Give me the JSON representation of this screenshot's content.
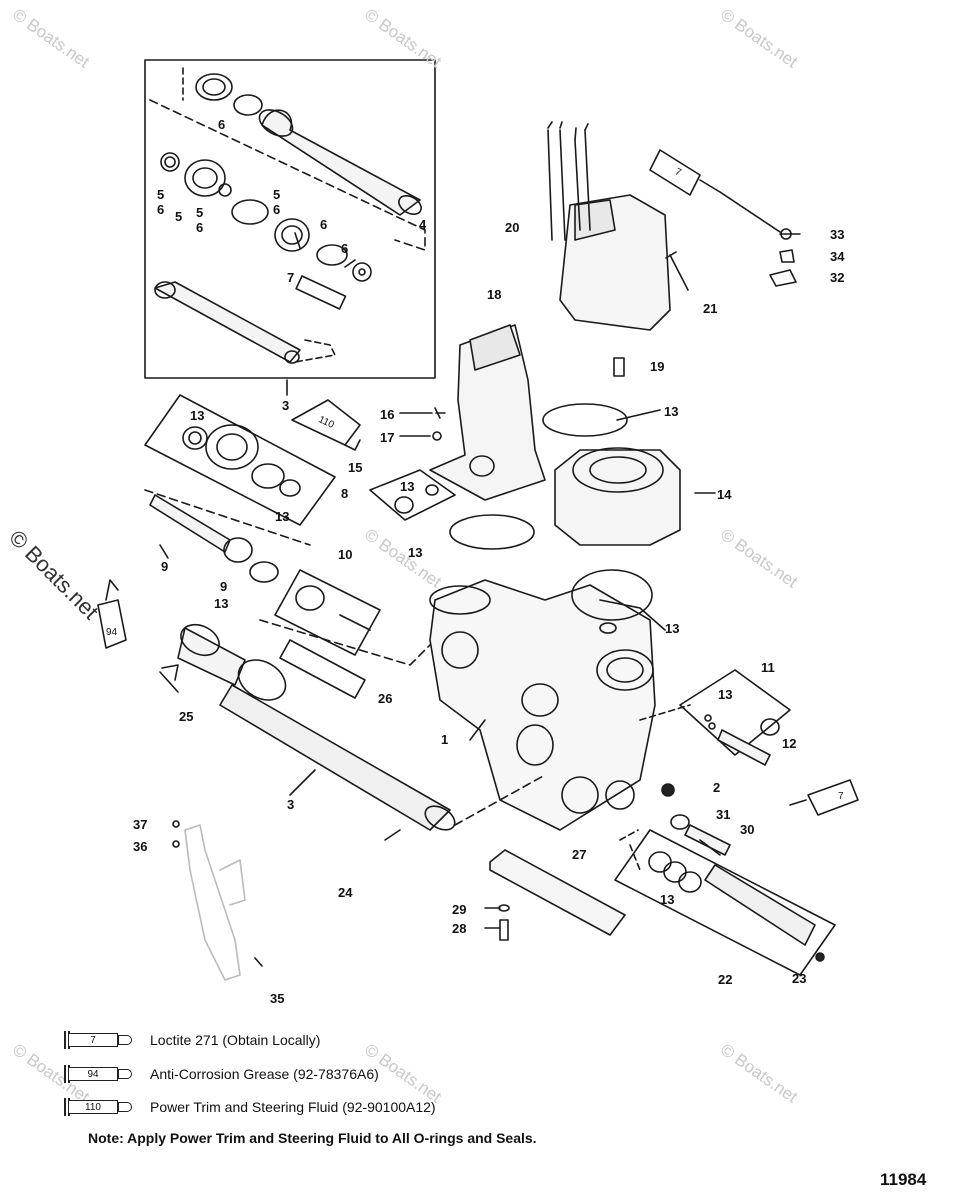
{
  "watermark": "© Boats.net",
  "drawing_number": "11984",
  "note": "Note: Apply Power Trim and Steering Fluid to All O-rings and Seals.",
  "legend": [
    {
      "code": "7",
      "text": "Loctite 271 (Obtain Locally)"
    },
    {
      "code": "94",
      "text": "Anti-Corrosion Grease (92-78376A6)"
    },
    {
      "code": "110",
      "text": "Power Trim  and Steering Fluid (92-90100A12)"
    }
  ],
  "tube_labels": {
    "t110": "110",
    "t7a": "7",
    "t7b": "7",
    "t94": "94"
  },
  "callouts": {
    "c1": "1",
    "c2": "2",
    "c3a": "3",
    "c3b": "3",
    "c4": "4",
    "c5a": "5",
    "c5b": "5",
    "c5c": "5",
    "c5d": "5",
    "c6a": "6",
    "c6b": "6",
    "c6c": "6",
    "c6d": "6",
    "c6e": "6",
    "c6f": "6",
    "c7": "7",
    "c8": "8",
    "c9a": "9",
    "c9b": "9",
    "c10": "10",
    "c11": "11",
    "c12": "12",
    "c13a": "13",
    "c13b": "13",
    "c13c": "13",
    "c13d": "13",
    "c13e": "13",
    "c13f": "13",
    "c13g": "13",
    "c13h": "13",
    "c13i": "13",
    "c14": "14",
    "c15": "15",
    "c16": "16",
    "c17": "17",
    "c18": "18",
    "c19": "19",
    "c20": "20",
    "c21": "21",
    "c22": "22",
    "c23": "23",
    "c24": "24",
    "c25": "25",
    "c26": "26",
    "c27": "27",
    "c28": "28",
    "c29": "29",
    "c30": "30",
    "c31": "31",
    "c32": "32",
    "c33": "33",
    "c34": "34",
    "c35": "35",
    "c36": "36",
    "c37": "37"
  }
}
